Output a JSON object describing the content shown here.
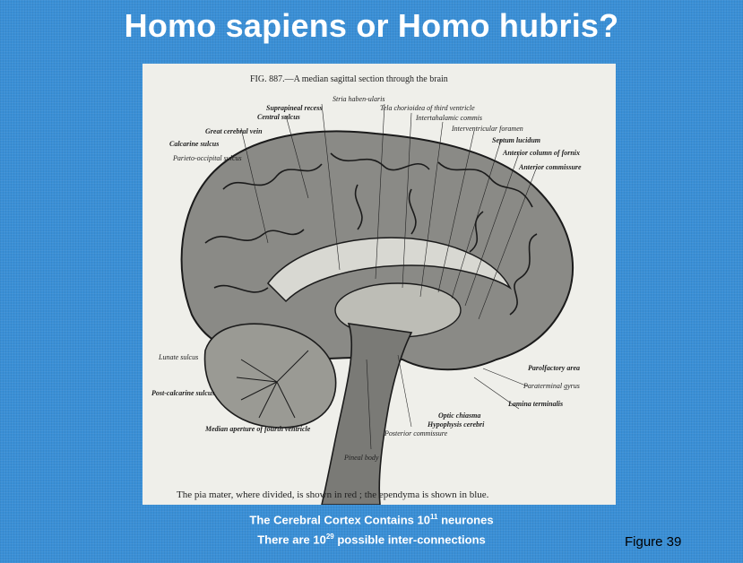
{
  "slide": {
    "title": "Homo sapiens or Homo hubris?",
    "figure_label": "Figure 39"
  },
  "figure": {
    "caption_top": "FIG. 887.—A median sagittal section through the brain",
    "caption_bottom": "The pia mater, where divided, is shown in red ; the ependyma is shown in blue.",
    "labels": {
      "stria_habenularis": "Stria haben-ularis",
      "suprapineal_recess": "Suprapineal recess",
      "central_sulcus": "Central sulcus",
      "great_cerebral_vein": "Great cerebral vein",
      "calcarine_sulcus": "Calcarine sulcus",
      "parieto_occipital_sulcus": "Parieto-occipital sulcus",
      "tela_chorioidea": "Tela chorioidea of third ventricle",
      "intertahalamic_commis": "Intertahalamic commis",
      "interventricular_foramen": "Interventricular foramen",
      "septum_lucidum": "Septum lucidum",
      "anterior_column_fornix": "Anterior column of fornix",
      "anterior_commissure": "Anterior commissure",
      "lunate_sulcus": "Lunate sulcus",
      "post_calcarine_sulcus": "Post-calcarine sulcus",
      "median_aperture": "Median aperture of fourth ventricle",
      "parolfactory_area": "Parolfactory area",
      "paraterminal_gyrus": "Paraterminal gyrus",
      "lamina_terminalis": "Lamina terminalis",
      "optic_chiasma": "Optic chiasma",
      "hypophysis_cerebri": "Hypophysis cerebri",
      "posterior_commissure": "Posterior commissure",
      "pineal_body": "Pineal body"
    }
  },
  "caption": {
    "line1_prefix": "The Cerebral Cortex Contains 10",
    "line1_exp": "11",
    "line1_suffix": " neurones",
    "line2_prefix": "There are 10",
    "line2_exp": "29",
    "line2_suffix": " possible inter-connections"
  },
  "colors": {
    "background": "#3a8fd6",
    "text": "#ffffff"
  }
}
